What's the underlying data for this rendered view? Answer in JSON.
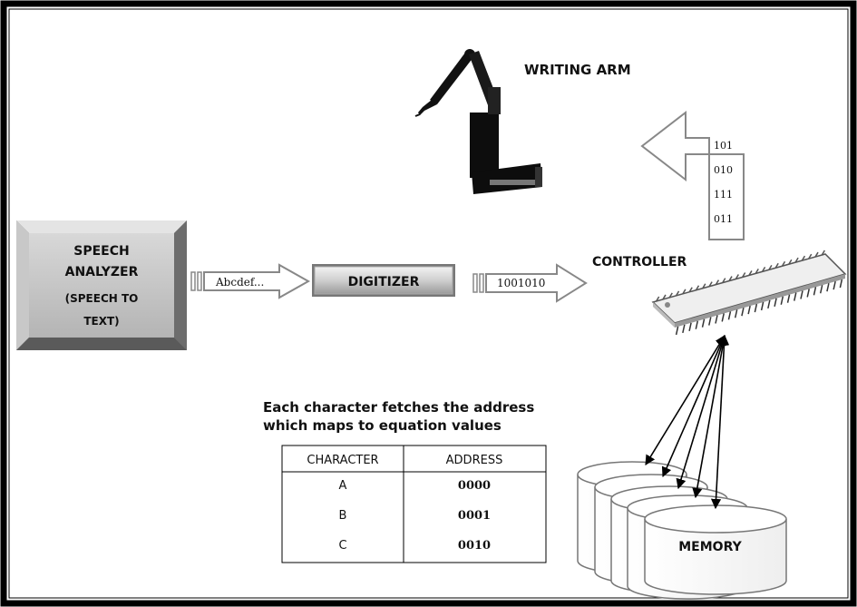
{
  "labels": {
    "writing_arm": "WRITING ARM",
    "controller": "CONTROLLER",
    "memory": "MEMORY",
    "speech_line1": "SPEECH",
    "speech_line2": "ANALYZER",
    "speech_line3": "(SPEECH TO",
    "speech_line4": "TEXT)",
    "digitizer": "DIGITIZER",
    "arrow_text": "Abcdef...",
    "arrow_binary": "1001010",
    "caption_line1": "Each character fetches the address",
    "caption_line2": "which maps to equation values"
  },
  "return_bits": [
    "101",
    "010",
    "111",
    "011"
  ],
  "table": {
    "headers": [
      "CHARACTER",
      "ADDRESS"
    ],
    "rows": [
      [
        "A",
        "0000"
      ],
      [
        "B",
        "0001"
      ],
      [
        "C",
        "0010"
      ]
    ]
  },
  "colors": {
    "frame": "#000000",
    "box_face": "#c8c8c8",
    "bevel_light": "#e6e6e6",
    "bevel_dark": "#7a7a7a"
  }
}
